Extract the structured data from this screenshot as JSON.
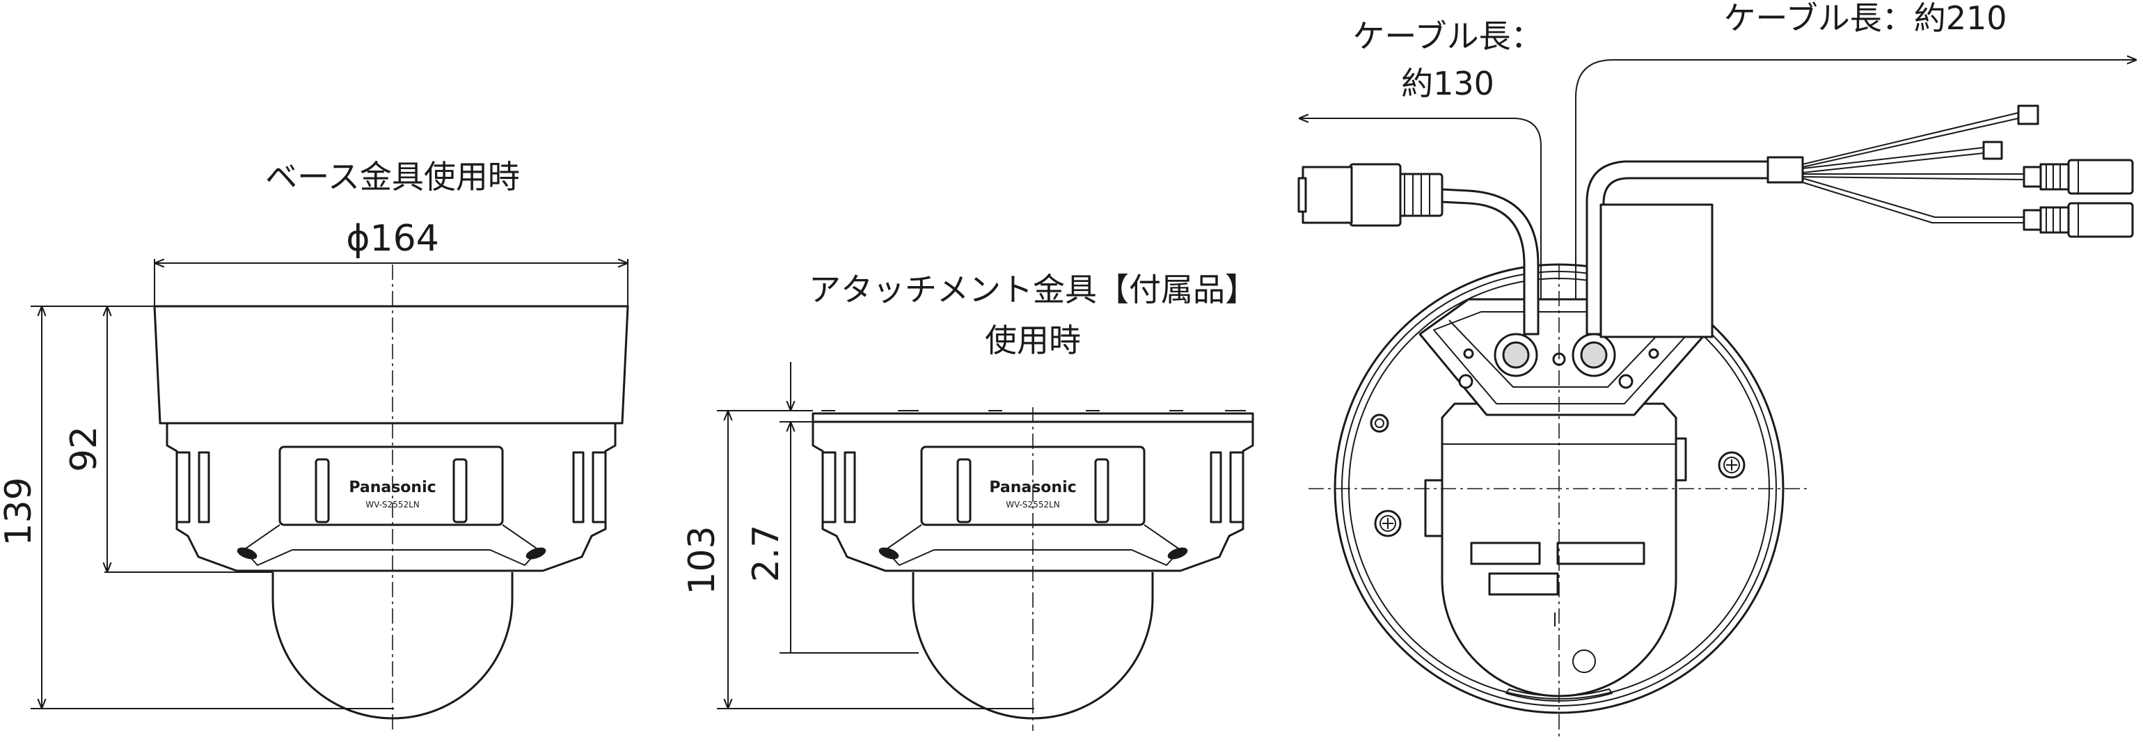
{
  "views": {
    "base_bracket": {
      "title": "ベース金具使用時",
      "diameter": "ϕ164",
      "height_total": "139",
      "height_body": "92"
    },
    "attachment_bracket": {
      "title_line1": "アタッチメント金具【付属品】",
      "title_line2": "使用時",
      "height_total": "103",
      "height_small": "2.7"
    },
    "bottom_view": {
      "cable_short_line1": "ケーブル長：",
      "cable_short_line2": "約130",
      "cable_long": "ケーブル長：約210"
    }
  },
  "camera": {
    "brand": "Panasonic",
    "model": "WV-S2552LN"
  }
}
